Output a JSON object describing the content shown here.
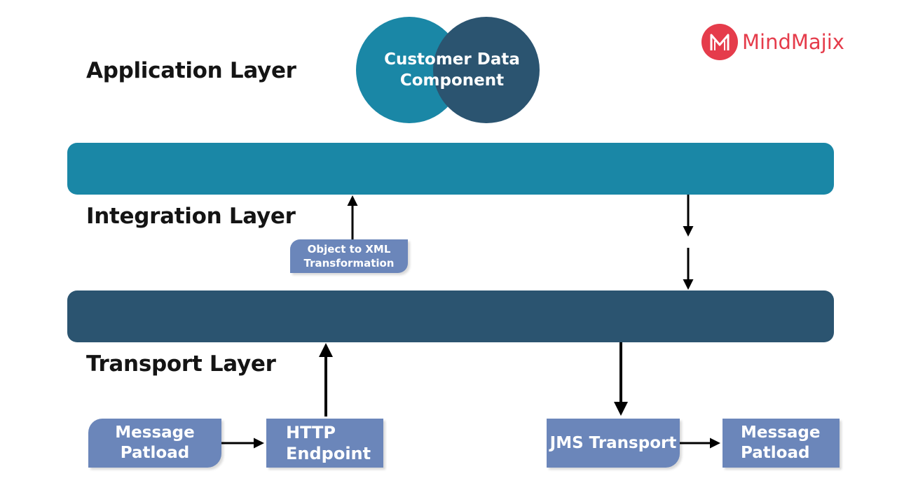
{
  "brand": {
    "name": "MindMajix",
    "color": "#e53c4b"
  },
  "layers": {
    "application": "Application Layer",
    "integration": "Integration Layer",
    "transport": "Transport Layer"
  },
  "component": {
    "line1": "Customer Data",
    "line2": "Component"
  },
  "transformation": {
    "line1": "Object to XML",
    "line2": "Transformation"
  },
  "inbound": {
    "payload": {
      "line1": "Message",
      "line2": "Patload"
    },
    "endpoint": {
      "line1": "HTTP",
      "line2": "Endpoint"
    }
  },
  "outbound": {
    "transport": "JMS Transport",
    "payload": {
      "line1": "Message",
      "line2": "Patload"
    }
  },
  "colors": {
    "teal": "#1a87a6",
    "navy": "#2b5470",
    "box": "#6b86ba",
    "circle_left": "#1a87a6",
    "circle_right": "#2b5470"
  }
}
